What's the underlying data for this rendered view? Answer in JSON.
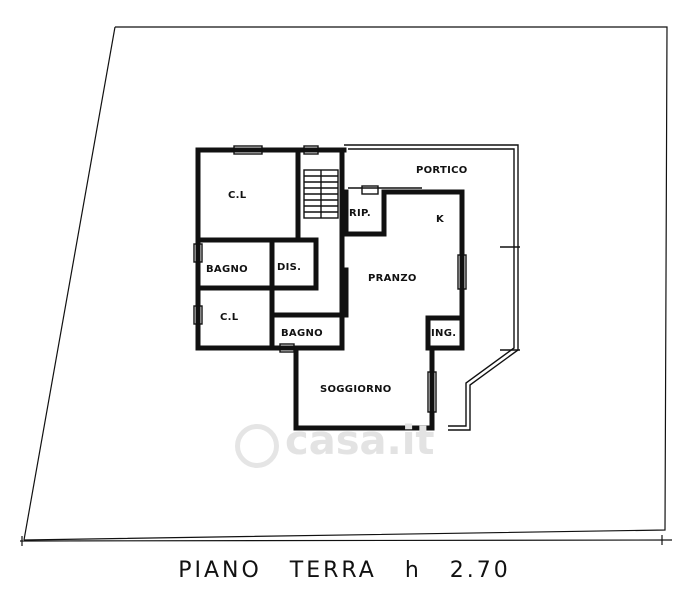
{
  "rooms": [
    {
      "id": "cl-top",
      "label": "C.L"
    },
    {
      "id": "rip",
      "label": "RIP."
    },
    {
      "id": "portico",
      "label": "PORTICO"
    },
    {
      "id": "k",
      "label": "K"
    },
    {
      "id": "bagno-1",
      "label": "BAGNO"
    },
    {
      "id": "dis",
      "label": "DIS."
    },
    {
      "id": "pranzo",
      "label": "PRANZO"
    },
    {
      "id": "cl-bottom",
      "label": "C.L"
    },
    {
      "id": "bagno-2",
      "label": "BAGNO"
    },
    {
      "id": "ing",
      "label": "ING."
    },
    {
      "id": "soggiorno",
      "label": "SOGGIORNO"
    }
  ],
  "caption": "PIANO TERRA h 2.70",
  "watermark": {
    "text": "casa.it",
    "icon": "house-circle-icon"
  }
}
